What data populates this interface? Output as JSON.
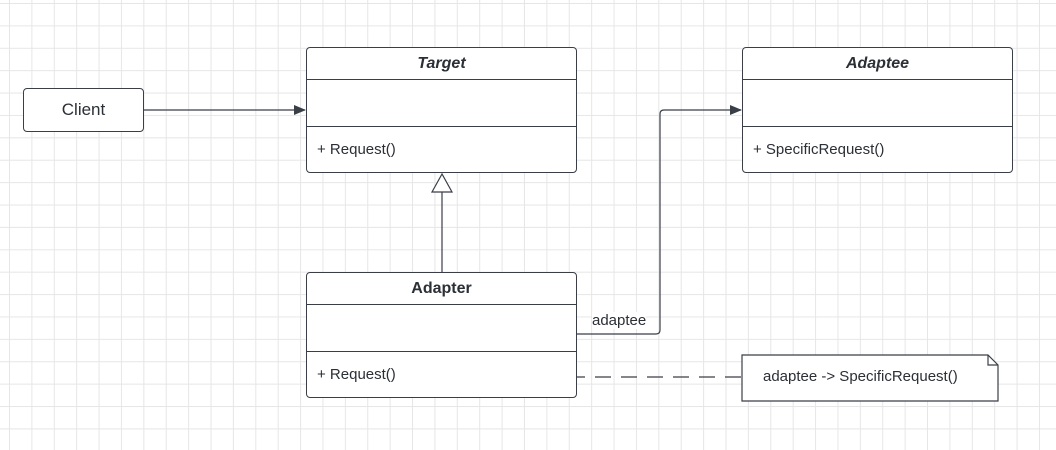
{
  "diagram": {
    "client": {
      "label": "Client"
    },
    "target": {
      "name": "Target",
      "methods": [
        "+ Request()"
      ]
    },
    "adaptee": {
      "name": "Adaptee",
      "methods": [
        "+ SpecificRequest()"
      ]
    },
    "adapter": {
      "name": "Adapter",
      "methods": [
        "+ Request()"
      ]
    },
    "association_label": "adaptee",
    "note": {
      "text": "adaptee -> SpecificRequest()"
    }
  }
}
